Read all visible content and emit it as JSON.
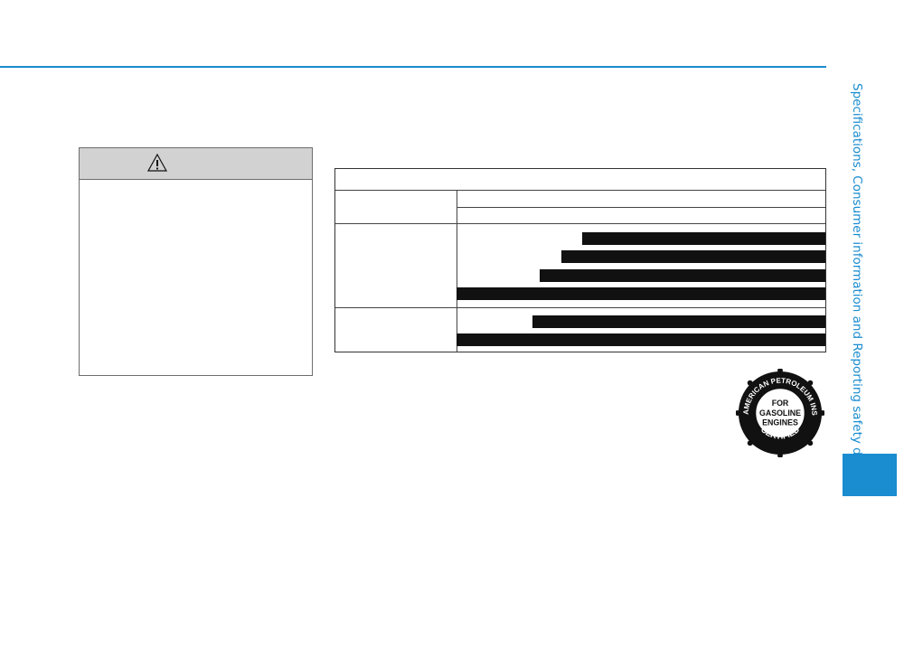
{
  "sidebar": {
    "section_title": "Specifications, Consumer information and Reporting safety defects"
  },
  "warning": {
    "icon": "warning-triangle-icon"
  },
  "spec_table": {
    "rows": [
      {
        "row": 1,
        "subrows": 2
      },
      {
        "row": 2,
        "subrows": 4
      },
      {
        "row": 3,
        "subrows": 2
      }
    ]
  },
  "api_seal": {
    "ring_text": "AMERICAN PETROLEUM INSTITUTE",
    "ring_bottom": "CERTIFIED",
    "center_line1": "FOR",
    "center_line2": "GASOLINE",
    "center_line3": "ENGINES"
  },
  "colors": {
    "accent": "#1a8cd0",
    "header_gray": "#d2d2d2"
  }
}
